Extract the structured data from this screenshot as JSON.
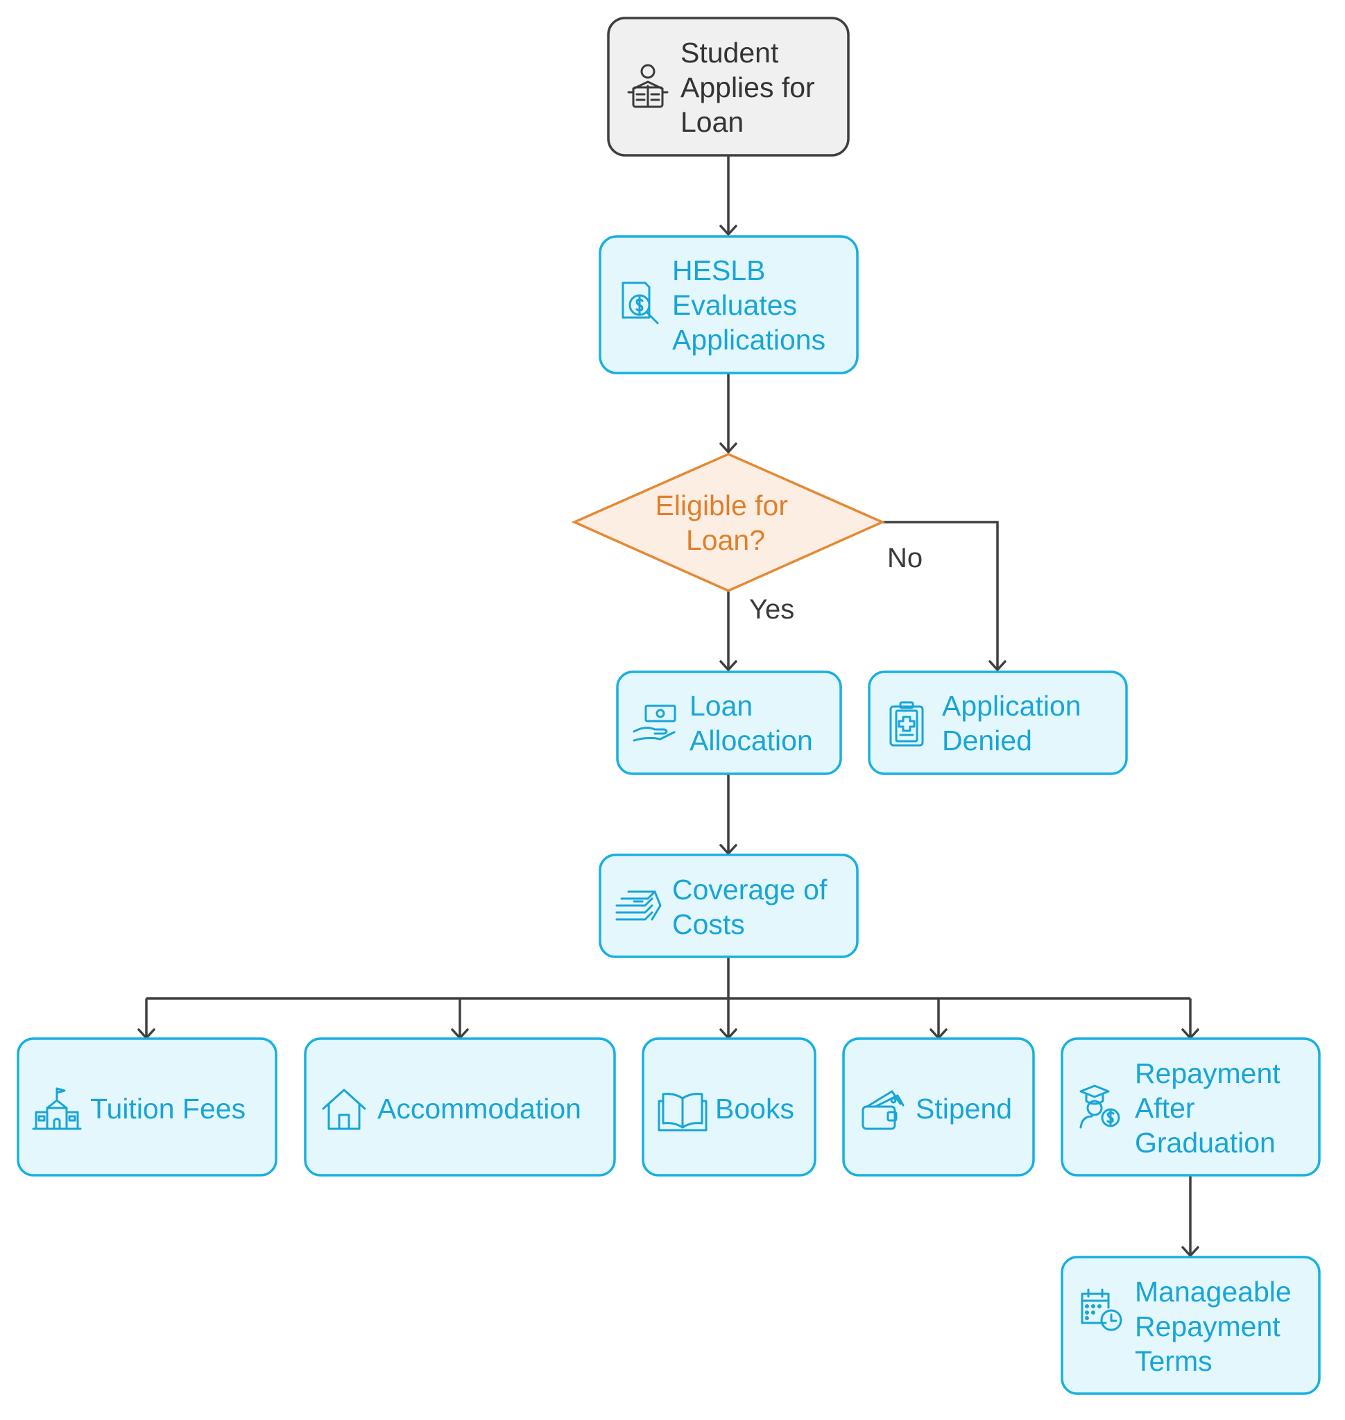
{
  "nodes": {
    "start": {
      "lines": [
        "Student",
        "Applies for",
        "Loan"
      ],
      "icon": "student-reading-icon"
    },
    "evaluate": {
      "lines": [
        "HESLB",
        "Evaluates",
        "Applications"
      ],
      "icon": "document-search-icon"
    },
    "decision": {
      "lines": [
        "Eligible for",
        "Loan?"
      ]
    },
    "allocation": {
      "lines": [
        "Loan",
        "Allocation"
      ],
      "icon": "money-hand-icon"
    },
    "denied": {
      "lines": [
        "Application",
        "Denied"
      ],
      "icon": "clipboard-medical-icon"
    },
    "coverage": {
      "lines": [
        "Coverage of",
        "Costs"
      ],
      "icon": "cash-stack-icon"
    },
    "tuition": {
      "lines": [
        "Tuition Fees"
      ],
      "icon": "school-building-icon"
    },
    "accommodation": {
      "lines": [
        "Accommodation"
      ],
      "icon": "house-icon"
    },
    "books": {
      "lines": [
        "Books"
      ],
      "icon": "open-book-icon"
    },
    "stipend": {
      "lines": [
        "Stipend"
      ],
      "icon": "wallet-icon"
    },
    "repayment": {
      "lines": [
        "Repayment",
        "After",
        "Graduation"
      ],
      "icon": "graduate-dollar-icon"
    },
    "terms": {
      "lines": [
        "Manageable",
        "Repayment",
        "Terms"
      ],
      "icon": "calendar-clock-icon"
    }
  },
  "edge_labels": {
    "yes": "Yes",
    "no": "No"
  },
  "colors": {
    "accent_blue": "#19b0e0",
    "box_fill_blue": "#e3f7fd",
    "decision_orange": "#e38a35",
    "decision_fill": "#fdeee3",
    "start_fill": "#f0f0f0",
    "connector": "#3f3f3f"
  }
}
